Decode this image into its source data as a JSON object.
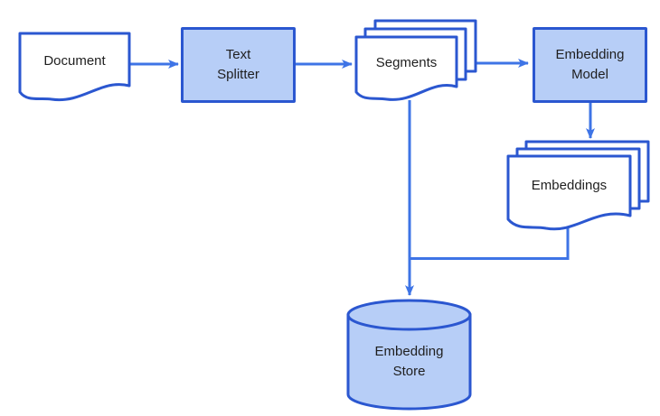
{
  "diagram": {
    "nodes": {
      "document": {
        "label": "Document",
        "shape": "document"
      },
      "text_splitter": {
        "lines": [
          "Text",
          "Splitter"
        ],
        "shape": "process"
      },
      "segments": {
        "label": "Segments",
        "shape": "multi-document"
      },
      "embedding_model": {
        "lines": [
          "Embedding",
          "Model"
        ],
        "shape": "process"
      },
      "embeddings": {
        "label": "Embeddings",
        "shape": "multi-document"
      },
      "embedding_store": {
        "lines": [
          "Embedding",
          "Store"
        ],
        "shape": "database"
      }
    },
    "edges": [
      {
        "from": "document",
        "to": "text_splitter"
      },
      {
        "from": "text_splitter",
        "to": "segments"
      },
      {
        "from": "segments",
        "to": "embedding_model"
      },
      {
        "from": "embedding_model",
        "to": "embeddings"
      },
      {
        "from": "segments",
        "to": "embedding_store"
      },
      {
        "from": "embeddings",
        "to": "embedding_store"
      }
    ],
    "colors": {
      "shape_border": "#2b57d0",
      "arrow": "#3e74e6",
      "node_fill": "#b7cef7",
      "doc_fill": "#ffffff",
      "text": "#1f1f1f",
      "background": "#ffffff"
    }
  }
}
